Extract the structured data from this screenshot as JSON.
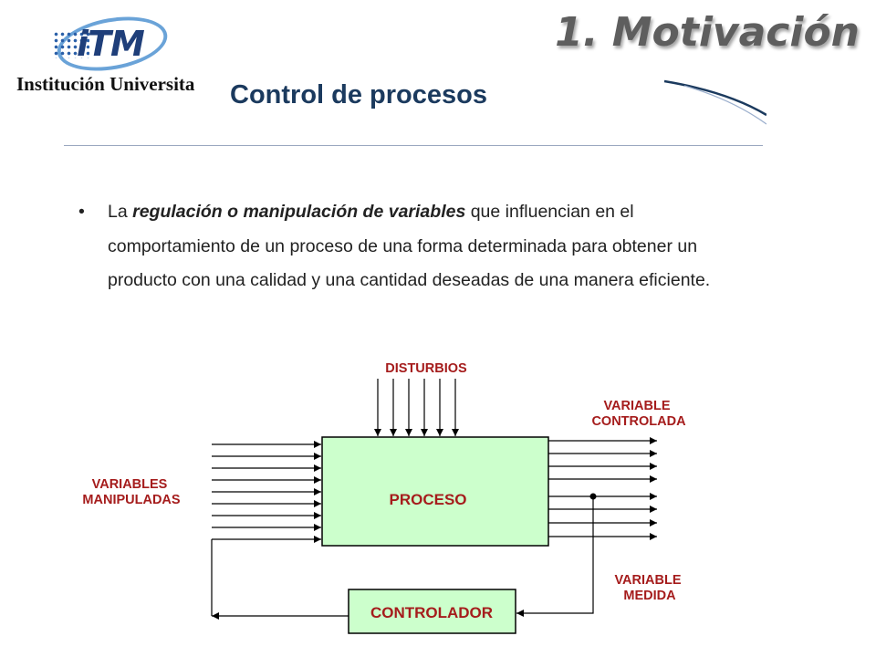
{
  "header": {
    "logo_text": "iTM",
    "logo_subtext": "Institución Universitaria",
    "slide_title": "1. Motivación"
  },
  "content": {
    "subtitle": "Control de procesos",
    "bullet_parts": {
      "lead": "La ",
      "emphasis": "regulación o manipulación de variables",
      "line1_rest": " que influencian en el",
      "line2": "comportamiento de un proceso de una forma determinada para obtener un",
      "line3": "producto con una calidad y una cantidad deseadas de una manera eficiente."
    }
  },
  "diagram": {
    "disturbances_label": "DISTURBIOS",
    "controlled_variable_label": [
      "VARIABLE",
      "CONTROLADA"
    ],
    "manipulated_variables_label": [
      "VARIABLES",
      "MANIPULADAS"
    ],
    "process_label": "PROCESO",
    "measured_variable_label": [
      "VARIABLE",
      "MEDIDA"
    ],
    "controller_label": "CONTROLADOR",
    "colors": {
      "block_fill": "#ccffcc",
      "label_color": "#a51c1c",
      "line_color": "#000000"
    }
  }
}
